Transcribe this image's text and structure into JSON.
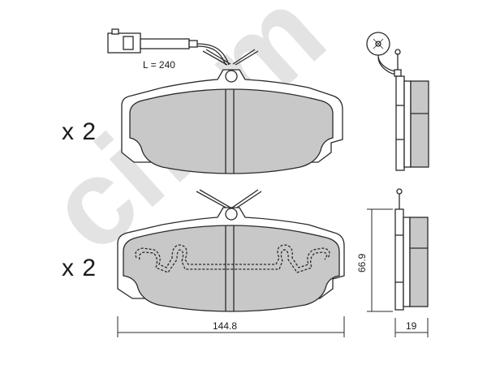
{
  "watermark": {
    "text": "cifam",
    "color": "#e3e3e3"
  },
  "colors": {
    "pad_fill": "#c8c8c8",
    "outline": "#2a2a2a",
    "background": "#ffffff"
  },
  "quantities": {
    "top": "x 2",
    "bottom": "x 2"
  },
  "labels": {
    "wire_length": "L = 240",
    "width": "144.8",
    "height": "66.9",
    "thickness": "19"
  }
}
